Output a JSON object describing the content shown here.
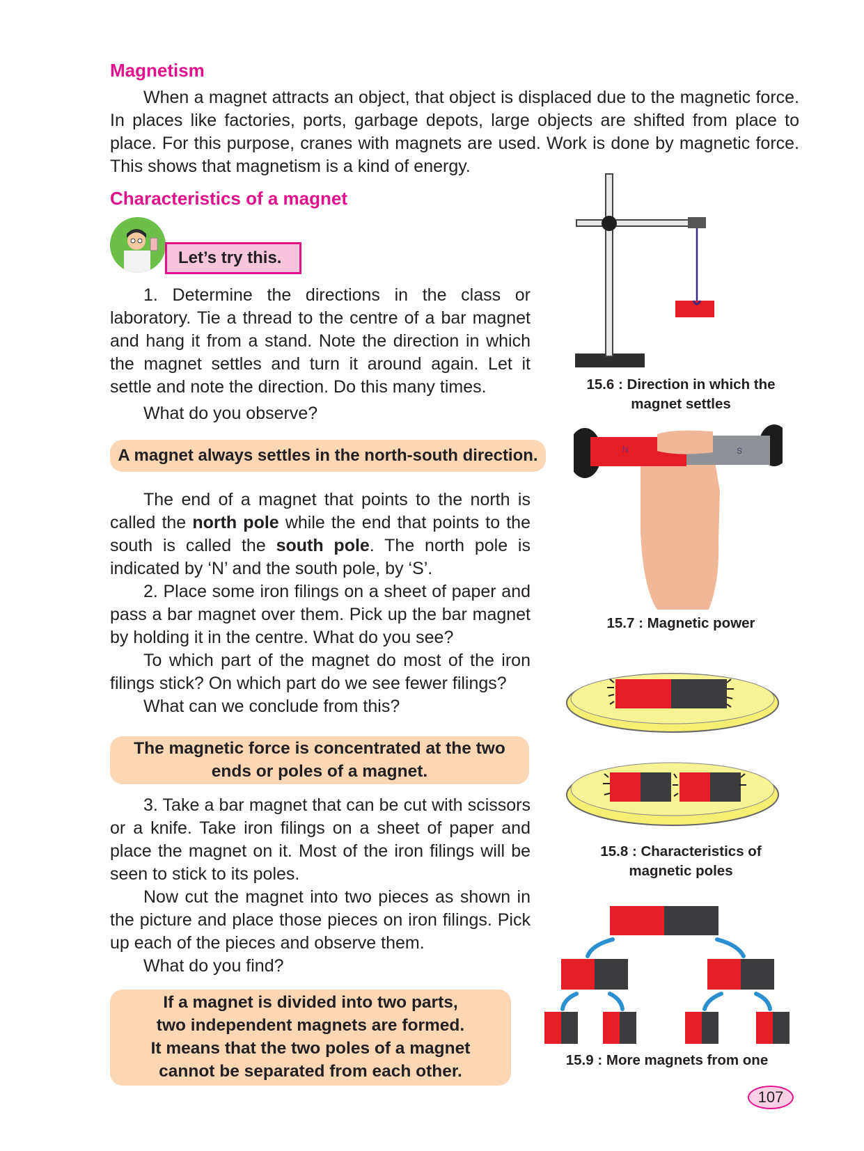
{
  "magnetism": {
    "heading": "Magnetism",
    "paragraph": "When a magnet attracts an object, that object is displaced due to the magnetic force. In places like factories, ports, garbage depots, large objects are shifted from place to place. For this purpose, cranes with magnets are used. Work is done by magnetic force. This shows that magnetism is a kind of energy."
  },
  "characteristics": {
    "heading": "Characteristics of a magnet",
    "lets_try_label": "Let’s try this.",
    "step1": "1. Determine the directions in the class or laboratory. Tie a thread to the centre of a bar magnet and hang it from a stand. Note the direction in which the magnet settles and turn it around again.  Let it settle and note the direction. Do this many times.",
    "observe": "What  do you observe?",
    "box1": "A magnet always settles in the north-south direction.",
    "poles_a": "The end of a magnet that points to the north is called the ",
    "north_pole": "north pole",
    "poles_b": " while the end that points to the south is called the ",
    "south_pole": "south pole",
    "poles_c": ". The north pole is indicated by ‘N’ and the south pole, by ‘S’.",
    "step2": "2. Place some iron filings on a sheet of paper and pass a bar magnet over them. Pick up the bar magnet by holding it in the centre. What do you see?",
    "step2b": "To which part of the magnet do most of the iron filings stick? On which part do we see fewer filings?",
    "conclude": "What can we conclude from this?",
    "box2_line1": "The magnetic force is concentrated at the two",
    "box2_line2": "ends or poles of a magnet.",
    "step3": "3. Take a bar magnet that can be cut with scissors or a knife. Take iron filings on a sheet of paper and place the magnet on it. Most of the iron filings will be seen to stick to its poles.",
    "step3b": "Now cut the magnet into two pieces as shown in the picture and place those pieces on iron filings. Pick up each of the pieces and observe them.",
    "find": "What do you find?",
    "box3_line1": "If a magnet is divided into two parts,",
    "box3_line2": "two independent magnets are formed.",
    "box3_line3": "It means that the two poles of a magnet",
    "box3_line4": "cannot be separated from each other."
  },
  "figures": {
    "fig_15_6_line1": "15.6 : Direction in which the",
    "fig_15_6_line2": "magnet settles",
    "fig_15_7": "15.7 : Magnetic power",
    "fig_15_8_line1": "15.8 : Characteristics of",
    "fig_15_8_line2": "magnetic poles",
    "fig_15_9": "15.9 : More magnets from one",
    "magnet_n": "N",
    "magnet_s": "S"
  },
  "page_number": "107",
  "colors": {
    "heading": "#e0118a",
    "box_fill": "#fbd7b5",
    "lets_try_fill": "#f7c6dd",
    "magnet_red": "#e41e26",
    "magnet_grey": "#3c3c3e",
    "dish_yellow": "#f6ef74"
  }
}
